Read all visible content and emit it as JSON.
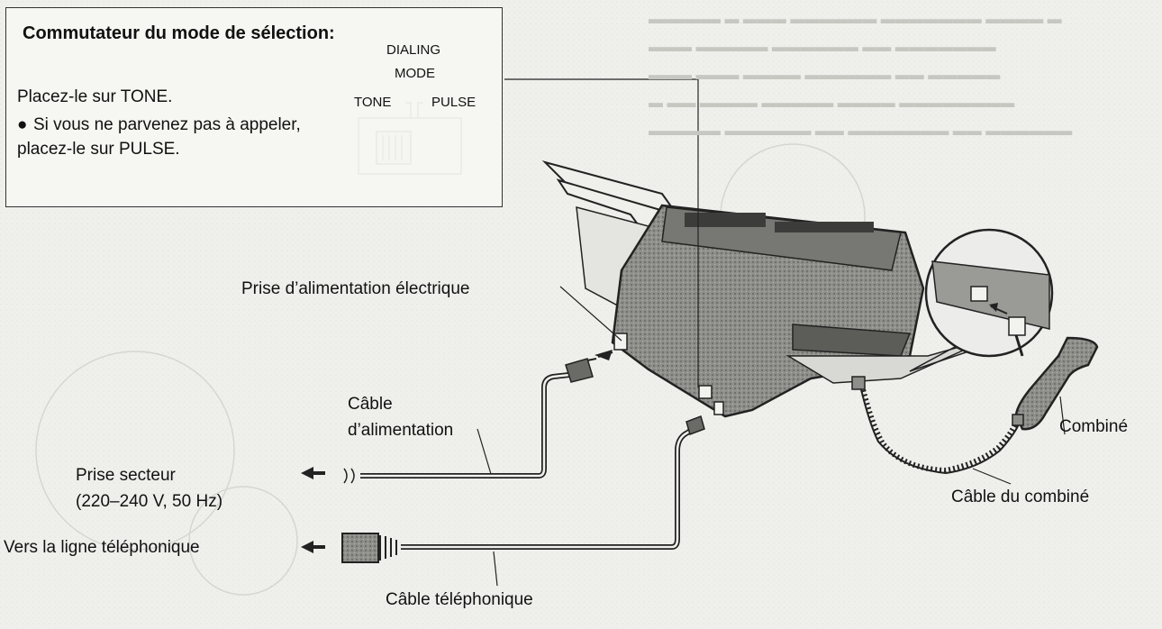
{
  "callout": {
    "title": "Commutateur du mode de sélection:",
    "text": "Placez-le sur TONE.",
    "bullet": "Si vous ne parvenez pas à appeler, placez-le sur PULSE.",
    "switch_title_line1": "DIALING",
    "switch_title_line2": "MODE",
    "switch_left": "TONE",
    "switch_right": "PULSE"
  },
  "labels": {
    "power_inlet": "Prise d’alimentation électrique",
    "power_cord_line1": "Câble",
    "power_cord_line2": "d’alimentation",
    "outlet_line1": "Prise secteur",
    "outlet_line2": "(220–240 V, 50 Hz)",
    "phone_line": "Vers la ligne téléphonique",
    "phone_cord": "Câble téléphonique",
    "handset": "Combiné",
    "handset_cord": "Câble du combiné"
  },
  "colors": {
    "line": "#222222",
    "device_fill": "#9a9a96",
    "device_dark": "#4a4a48",
    "paper_fill": "#dcdcd8"
  }
}
